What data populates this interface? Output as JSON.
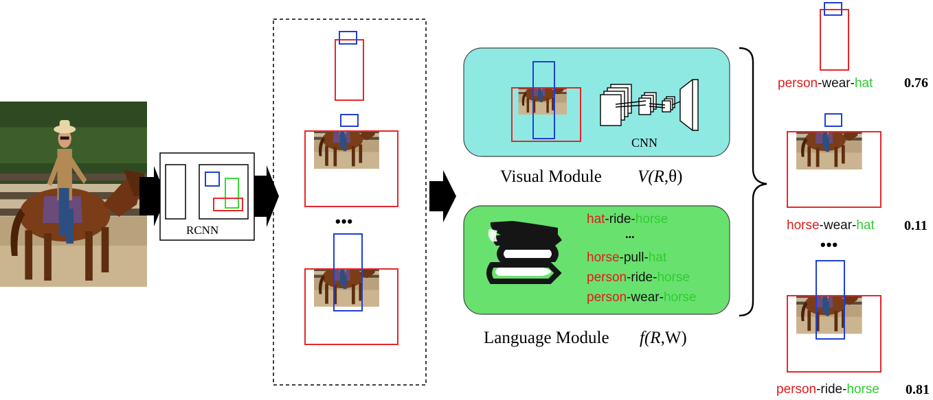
{
  "colors": {
    "subject": "#e01b1b",
    "object": "#2fcc2f",
    "predicate": "#111111",
    "visual_module_bg": "#8fe9e3",
    "language_module_bg": "#69e16f",
    "box_red": "#e8262a",
    "box_blue": "#1f3fd6",
    "box_green": "#33dd33"
  },
  "icons": [
    "horse-rider-photo",
    "rcnn-block",
    "arrow-icon",
    "cnn-icon",
    "books-icon",
    "curly-brace"
  ],
  "rcnn": {
    "label": "RCNN"
  },
  "candidates": {
    "dots": "•••"
  },
  "visual_module": {
    "title": "Visual Module",
    "formula_func": "V(",
    "formula_var": "R",
    "formula_rest": ",θ)",
    "cnn_label": "CNN"
  },
  "language_module": {
    "title": "Language Module",
    "formula_func": "f(",
    "formula_var": "R",
    "formula_rest": ",W)",
    "dots": "...",
    "triples": [
      {
        "subject": "hat",
        "predicate": "-ride-",
        "object": "horse"
      },
      {
        "subject": "horse",
        "predicate": "-pull-",
        "object": "hat"
      },
      {
        "subject": "person",
        "predicate": "-ride-",
        "object": "horse"
      },
      {
        "subject": "person",
        "predicate": "-wear-",
        "object": "horse"
      }
    ]
  },
  "results": {
    "dots": "•••",
    "items": [
      {
        "subject": "person",
        "predicate": "-wear-",
        "object": "hat",
        "score": "0.76"
      },
      {
        "subject": "horse",
        "predicate": "-wear-",
        "object": "hat",
        "score": "0.11"
      },
      {
        "subject": "person",
        "predicate": "-ride-",
        "object": "horse",
        "score": "0.81"
      }
    ]
  }
}
